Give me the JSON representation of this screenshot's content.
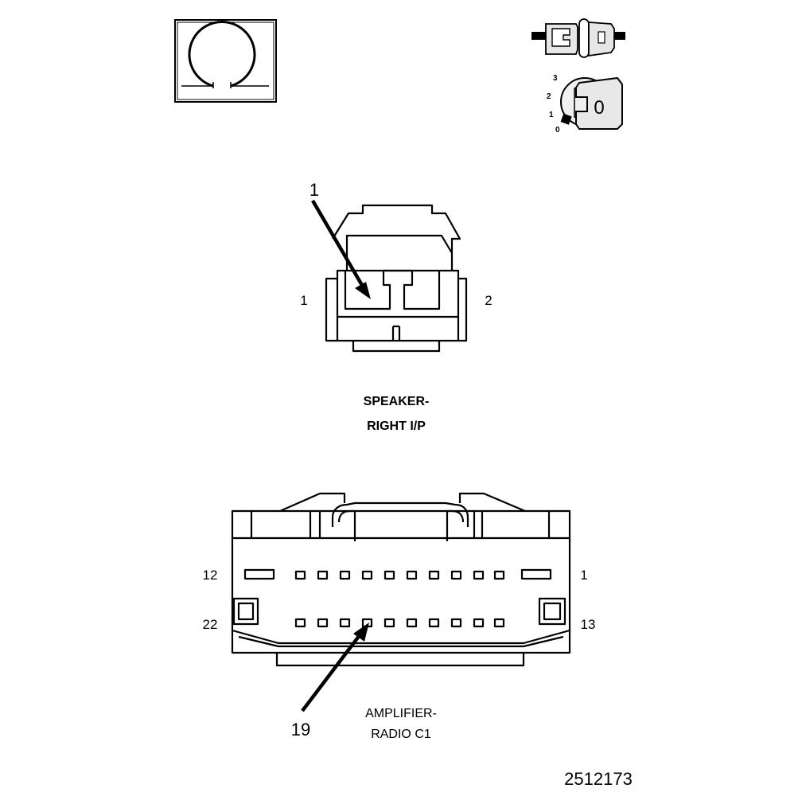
{
  "icons": {
    "ohmmeter": "ohmmeter-symbol-icon",
    "connector_disconnect": "connector-disconnect-icon",
    "ignition": "ignition-key-off-icon"
  },
  "ignition_positions": [
    "3",
    "2",
    "1",
    "0"
  ],
  "ignition_key_mark": "0",
  "speaker_connector": {
    "callout": "1",
    "left_pin": "1",
    "right_pin": "2",
    "title_line1": "SPEAKER-",
    "title_line2": "RIGHT I/P"
  },
  "amplifier_connector": {
    "top_left_pin": "12",
    "top_right_pin": "1",
    "bottom_left_pin": "22",
    "bottom_right_pin": "13",
    "callout": "19",
    "title_line1": "AMPLIFIER-",
    "title_line2": "RADIO C1"
  },
  "figure_number": "2512173"
}
